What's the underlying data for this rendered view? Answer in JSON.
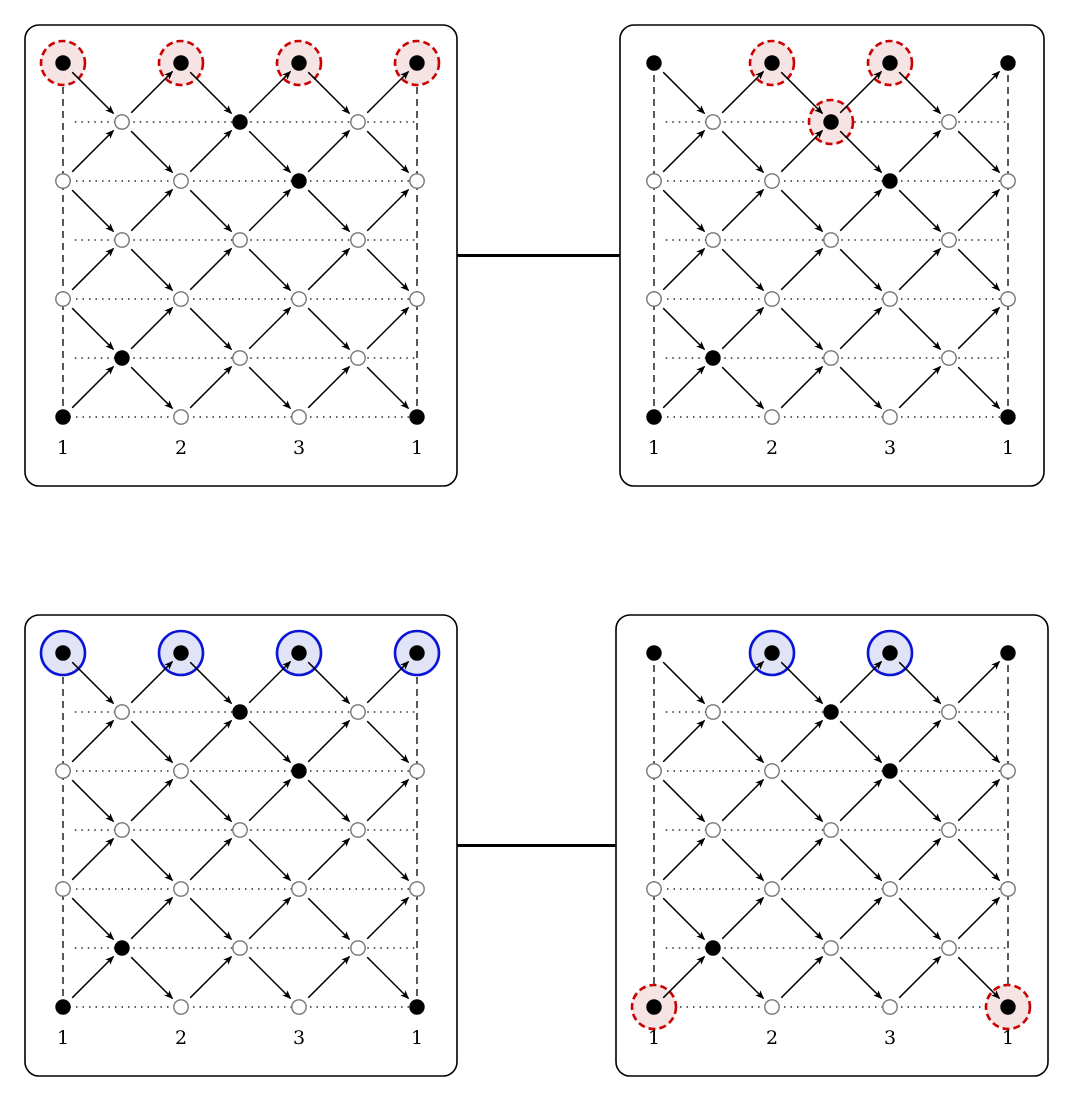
{
  "column_labels": [
    "1",
    "2",
    "3",
    "1"
  ],
  "colors": {
    "red_dashed_ring": "#cc0000",
    "red_fill": "#f6e3e3",
    "blue_ring": "#0a14d6",
    "blue_fill": "#e1e3f7",
    "filled_node": "#000000",
    "empty_node_stroke": "#777777"
  },
  "diagram": {
    "grid": {
      "columns": 4,
      "rows": 7,
      "note": "column positions 0..6 (half-steps between labeled columns), rows 0 (top) .. 6 (bottom)"
    },
    "panels": [
      {
        "id": "top-left",
        "filled_nodes": [
          [
            0,
            0
          ],
          [
            2,
            0
          ],
          [
            4,
            0
          ],
          [
            6,
            0
          ],
          [
            3,
            1
          ],
          [
            4,
            2
          ],
          [
            1,
            5
          ],
          [
            0,
            6
          ],
          [
            6,
            6
          ]
        ],
        "highlights": [
          {
            "style": "red-dashed",
            "node": [
              0,
              0
            ]
          },
          {
            "style": "red-dashed",
            "node": [
              2,
              0
            ]
          },
          {
            "style": "red-dashed",
            "node": [
              4,
              0
            ]
          },
          {
            "style": "red-dashed",
            "node": [
              6,
              0
            ]
          }
        ]
      },
      {
        "id": "top-right",
        "filled_nodes": [
          [
            0,
            0
          ],
          [
            2,
            0
          ],
          [
            4,
            0
          ],
          [
            6,
            0
          ],
          [
            3,
            1
          ],
          [
            4,
            2
          ],
          [
            1,
            5
          ],
          [
            0,
            6
          ],
          [
            6,
            6
          ]
        ],
        "highlights": [
          {
            "style": "red-dashed",
            "node": [
              2,
              0
            ]
          },
          {
            "style": "red-dashed",
            "node": [
              4,
              0
            ]
          },
          {
            "style": "red-dashed",
            "node": [
              3,
              1
            ]
          }
        ]
      },
      {
        "id": "bottom-left",
        "filled_nodes": [
          [
            0,
            0
          ],
          [
            2,
            0
          ],
          [
            4,
            0
          ],
          [
            6,
            0
          ],
          [
            3,
            1
          ],
          [
            4,
            2
          ],
          [
            1,
            5
          ],
          [
            0,
            6
          ],
          [
            6,
            6
          ]
        ],
        "highlights": [
          {
            "style": "blue-solid",
            "node": [
              0,
              0
            ]
          },
          {
            "style": "blue-solid",
            "node": [
              2,
              0
            ]
          },
          {
            "style": "blue-solid",
            "node": [
              4,
              0
            ]
          },
          {
            "style": "blue-solid",
            "node": [
              6,
              0
            ]
          }
        ]
      },
      {
        "id": "bottom-right",
        "filled_nodes": [
          [
            0,
            0
          ],
          [
            2,
            0
          ],
          [
            4,
            0
          ],
          [
            6,
            0
          ],
          [
            3,
            1
          ],
          [
            4,
            2
          ],
          [
            1,
            5
          ],
          [
            0,
            6
          ],
          [
            6,
            6
          ]
        ],
        "highlights": [
          {
            "style": "blue-solid",
            "node": [
              2,
              0
            ]
          },
          {
            "style": "blue-solid",
            "node": [
              4,
              0
            ]
          },
          {
            "style": "red-dashed",
            "node": [
              0,
              6
            ]
          },
          {
            "style": "red-dashed",
            "node": [
              6,
              6
            ]
          }
        ]
      }
    ],
    "connections": [
      [
        "top-left",
        "top-right"
      ],
      [
        "bottom-left",
        "bottom-right"
      ]
    ]
  }
}
